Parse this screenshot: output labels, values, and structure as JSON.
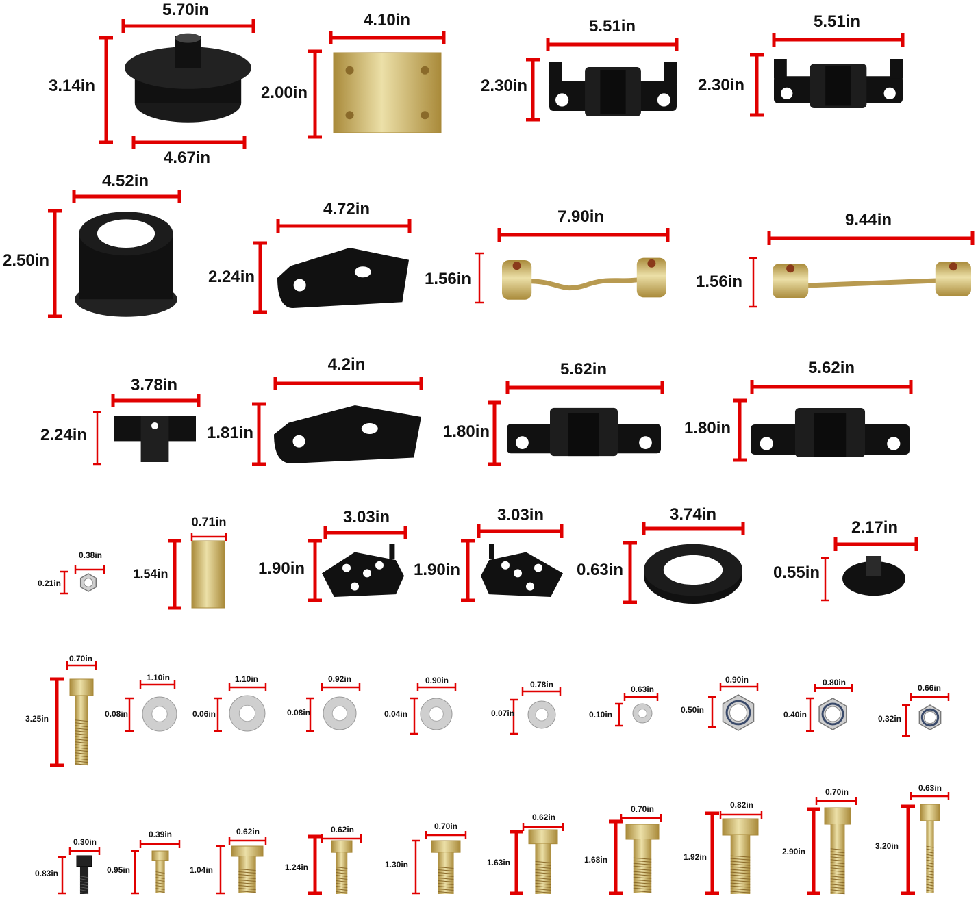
{
  "theme": {
    "dim_color": "#e00000",
    "black_part": "#111111",
    "zinc_light": "#d9c27a",
    "zinc_dark": "#a98a3a",
    "silver": "#cfcfcf"
  },
  "parts": [
    {
      "id": "coil-spacer-front",
      "shape": "spacer-flanged",
      "w": "5.70in",
      "h": "3.14in",
      "w2": "4.67in"
    },
    {
      "id": "bump-stop-block",
      "shape": "block",
      "w": "4.10in",
      "h": "2.00in"
    },
    {
      "id": "sway-bar-bracket-left",
      "shape": "bracket-hooks",
      "w": "5.51in",
      "h": "2.30in"
    },
    {
      "id": "sway-bar-bracket-right",
      "shape": "bracket-hooks",
      "w": "5.51in",
      "h": "2.30in"
    },
    {
      "id": "coil-spacer-rear",
      "shape": "spacer-ring",
      "w": "4.52in",
      "h": "2.50in"
    },
    {
      "id": "track-bar-bracket",
      "shape": "plate-bracket",
      "w": "4.72in",
      "h": "2.24in"
    },
    {
      "id": "sway-link-front",
      "shape": "link-bent",
      "w": "7.90in",
      "h": "1.56in"
    },
    {
      "id": "sway-link-rear",
      "shape": "link-straight",
      "w": "9.44in",
      "h": "1.56in"
    },
    {
      "id": "brake-line-tab",
      "shape": "tab",
      "w": "3.78in",
      "h": "2.24in"
    },
    {
      "id": "drop-bracket",
      "shape": "plate-bracket-long",
      "w": "4.2in",
      "h": "1.81in"
    },
    {
      "id": "bar-bushing-bracket-left",
      "shape": "bushing-bracket",
      "w": "5.62in",
      "h": "1.80in"
    },
    {
      "id": "bar-bushing-bracket-right",
      "shape": "bushing-bracket-mirror",
      "w": "5.62in",
      "h": "1.80in"
    },
    {
      "id": "small-nut",
      "shape": "nut-small",
      "w": "0.38in",
      "h": "0.21in"
    },
    {
      "id": "sleeve",
      "shape": "sleeve",
      "w": "0.71in",
      "h": "1.54in"
    },
    {
      "id": "relocation-plate-left",
      "shape": "rel-plate",
      "w": "3.03in",
      "h": "1.90in"
    },
    {
      "id": "relocation-plate-right",
      "shape": "rel-plate-mirror",
      "w": "3.03in",
      "h": "1.90in"
    },
    {
      "id": "ring-spacer",
      "shape": "ring",
      "w": "3.74in",
      "h": "0.63in"
    },
    {
      "id": "disc-nut",
      "shape": "disc-nut",
      "w": "2.17in",
      "h": "0.55in"
    },
    {
      "id": "long-bolt",
      "shape": "bolt-long",
      "w": "0.70in",
      "h": "3.25in"
    },
    {
      "id": "washer-1",
      "shape": "washer",
      "w": "1.10in",
      "h": "0.08in"
    },
    {
      "id": "washer-2",
      "shape": "washer",
      "w": "1.10in",
      "h": "0.06in"
    },
    {
      "id": "washer-3",
      "shape": "washer",
      "w": "0.92in",
      "h": "0.08in"
    },
    {
      "id": "washer-4",
      "shape": "washer",
      "w": "0.90in",
      "h": "0.04in"
    },
    {
      "id": "washer-5",
      "shape": "washer",
      "w": "0.78in",
      "h": "0.07in"
    },
    {
      "id": "washer-6",
      "shape": "washer",
      "w": "0.63in",
      "h": "0.10in"
    },
    {
      "id": "lock-nut-1",
      "shape": "hexnut",
      "w": "0.90in",
      "h": "0.50in"
    },
    {
      "id": "lock-nut-2",
      "shape": "hexnut",
      "w": "0.80in",
      "h": "0.40in"
    },
    {
      "id": "lock-nut-3",
      "shape": "hexnut",
      "w": "0.66in",
      "h": "0.32in"
    },
    {
      "id": "socket-bolt",
      "shape": "bolt-socket",
      "w": "0.30in",
      "h": "0.83in"
    },
    {
      "id": "bolt-1",
      "shape": "bolt",
      "w": "0.39in",
      "h": "0.95in"
    },
    {
      "id": "bolt-2",
      "shape": "bolt",
      "w": "0.62in",
      "h": "1.04in"
    },
    {
      "id": "bolt-3",
      "shape": "bolt",
      "w": "0.62in",
      "h": "1.24in"
    },
    {
      "id": "bolt-4",
      "shape": "bolt",
      "w": "0.70in",
      "h": "1.30in"
    },
    {
      "id": "bolt-5",
      "shape": "bolt",
      "w": "0.62in",
      "h": "1.63in"
    },
    {
      "id": "bolt-6",
      "shape": "bolt",
      "w": "0.70in",
      "h": "1.68in"
    },
    {
      "id": "bolt-7",
      "shape": "bolt",
      "w": "0.82in",
      "h": "1.92in"
    },
    {
      "id": "bolt-8",
      "shape": "bolt",
      "w": "0.70in",
      "h": "2.90in"
    },
    {
      "id": "bolt-9",
      "shape": "bolt-thin",
      "w": "0.63in",
      "h": "3.20in"
    }
  ]
}
